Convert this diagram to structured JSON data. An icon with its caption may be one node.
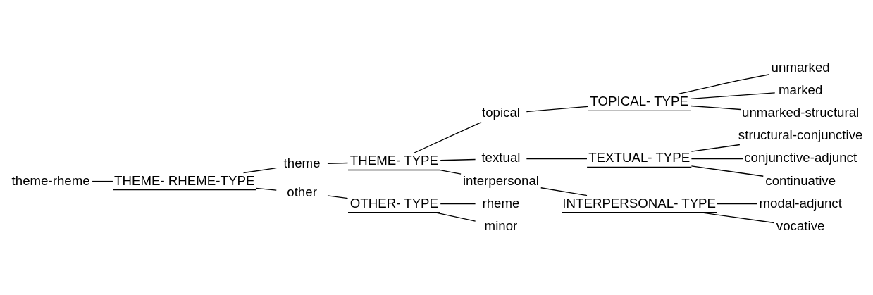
{
  "diagram": {
    "nodes": [
      {
        "text": [
          "theme-rheme"
        ]
      },
      {
        "text": [
          "THEME- RHEME-TYPE"
        ]
      },
      {
        "text": [
          "theme"
        ]
      },
      {
        "text": [
          "THEME- TYPE"
        ]
      },
      {
        "text": [
          "topical"
        ]
      },
      {
        "text": [
          "TOPICAL- TYPE"
        ]
      },
      {
        "text": [
          "unmarked"
        ]
      },
      {
        "text": [
          "marked"
        ]
      },
      {
        "text": [
          "unmarked-structural"
        ]
      },
      {
        "text": [
          "textual"
        ]
      },
      {
        "text": [
          "TEXTUAL- TYPE"
        ]
      },
      {
        "text": [
          "structural-conjunctive"
        ]
      },
      {
        "text": [
          "conjunctive-adjunct"
        ]
      },
      {
        "text": [
          "continuative"
        ]
      },
      {
        "text": [
          "interpersonal"
        ]
      },
      {
        "text": [
          "INTERPERSONAL- TYPE"
        ]
      },
      {
        "text": [
          "modal-adjunct"
        ]
      },
      {
        "text": [
          "vocative"
        ]
      },
      {
        "text": [
          "other"
        ]
      },
      {
        "text": [
          "OTHER- TYPE"
        ]
      },
      {
        "text": [
          "rheme"
        ]
      },
      {
        "text": [
          "minor"
        ]
      }
    ],
    "edges": [
      {
        "from": 0,
        "to": 1,
        "arrow": "none"
      },
      {
        "from": 1,
        "to": 2,
        "arrow": "none"
      },
      {
        "from": 1,
        "to": 18,
        "arrow": "none"
      },
      {
        "from": 2,
        "to": 3,
        "arrow": "none"
      },
      {
        "from": 3,
        "to": 4,
        "arrow": "none"
      },
      {
        "from": 3,
        "to": 9,
        "arrow": "none"
      },
      {
        "from": 3,
        "to": 14,
        "arrow": "none"
      },
      {
        "from": 4,
        "to": 5,
        "arrow": "none"
      },
      {
        "from": 5,
        "to": 6,
        "arrow": "none"
      },
      {
        "from": 5,
        "to": 7,
        "arrow": "none"
      },
      {
        "from": 5,
        "to": 8,
        "arrow": "none"
      },
      {
        "from": 9,
        "to": 10,
        "arrow": "none"
      },
      {
        "from": 10,
        "to": 11,
        "arrow": "none"
      },
      {
        "from": 10,
        "to": 12,
        "arrow": "none"
      },
      {
        "from": 10,
        "to": 13,
        "arrow": "none"
      },
      {
        "from": 14,
        "to": 15,
        "arrow": "none"
      },
      {
        "from": 15,
        "to": 16,
        "arrow": "none"
      },
      {
        "from": 15,
        "to": 17,
        "arrow": "none"
      },
      {
        "from": 18,
        "to": 19,
        "arrow": "none"
      },
      {
        "from": 19,
        "to": 20,
        "arrow": "none"
      },
      {
        "from": 19,
        "to": 21,
        "arrow": "none"
      }
    ]
  }
}
